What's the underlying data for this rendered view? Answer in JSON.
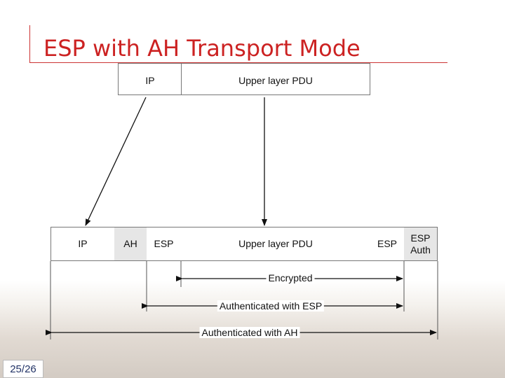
{
  "slide": {
    "title": "ESP with AH Transport Mode",
    "page_number": "25/26"
  },
  "original_packet": {
    "ip": "IP",
    "payload": "Upper layer PDU"
  },
  "new_packet": {
    "fields": [
      "IP",
      "AH",
      "ESP",
      "Upper layer PDU",
      "ESP",
      "ESP Auth"
    ]
  },
  "ranges": {
    "encrypted": "Encrypted",
    "auth_esp": "Authenticated with ESP",
    "auth_ah": "Authenticated with AH"
  },
  "colors": {
    "title": "#cc2222",
    "rule": "#cc3333",
    "field_gray": "#e6e6e6",
    "page_number": "#223366"
  }
}
